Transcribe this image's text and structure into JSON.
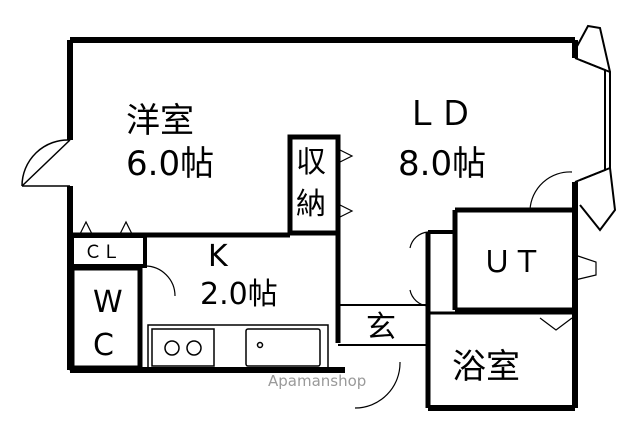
{
  "rooms": {
    "western_room": {
      "name": "洋室",
      "size": "6.0帖"
    },
    "ld": {
      "name": "ＬＤ",
      "size": "8.0帖"
    },
    "storage": {
      "line1": "収",
      "line2": "納"
    },
    "closet": {
      "name": "ＣＬ"
    },
    "kitchen": {
      "name": "K",
      "size": "2.0帖"
    },
    "wc": {
      "line1": "W",
      "line2": "C"
    },
    "utility": {
      "name": "ＵＴ"
    },
    "entrance": {
      "name": "玄"
    },
    "bathroom": {
      "name": "浴室"
    }
  },
  "watermark": "Apamanshop"
}
